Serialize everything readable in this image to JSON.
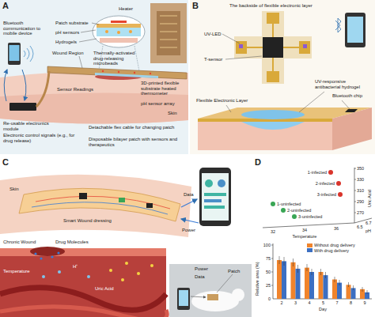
{
  "diagram": {
    "labels": [
      "A",
      "Bluetooth communication to mobile device",
      "Patch substrate",
      "pH sensors",
      "Hydrogels",
      "Wound Region",
      "Heater",
      "Thermally-activated drug-releasing microbeads",
      "3D-printed flexible substrate heated thermometer",
      "pH sensor array",
      "Sensor Readings",
      "Skin",
      "Re-usable electronics module",
      "Electronic control signals (e.g., for drug release)",
      "Detachable flex cable for changing patch",
      "Disposable bilayer patch with sensors and therapeutics",
      "B",
      "The backside of flexible electronic layer",
      "UV-LED",
      "T-sensor",
      "Flexible Electronic Layer",
      "UV-responsive antibacterial hydrogel",
      "Bluetooth chip",
      "C",
      "Skin",
      "Smart Wound dressing",
      "Data",
      "Power",
      "Chronic Wound",
      "Drug Molecules",
      "Temperature",
      "H⁺",
      "Uric Acid",
      "Power",
      "Data",
      "Patch",
      "D",
      "Uric Acid",
      "350",
      "330",
      "310",
      "290",
      "270",
      "Temperature",
      "32",
      "34",
      "36",
      "pH",
      "6.5",
      "6.7",
      "1-infected",
      "2-infected",
      "3-infected",
      "1-uninfected",
      "2-uninfected",
      "3-uninfected",
      "Relative area (%)",
      "100",
      "75",
      "50",
      "25",
      "0",
      "2",
      "3",
      "4",
      "5",
      "7",
      "8",
      "9",
      "Day"
    ],
    "legend": [
      {
        "text": "Without drug delivery",
        "color": "#f0842c"
      },
      {
        "text": "With drug delivery",
        "color": "#3c6fc2"
      }
    ]
  }
}
